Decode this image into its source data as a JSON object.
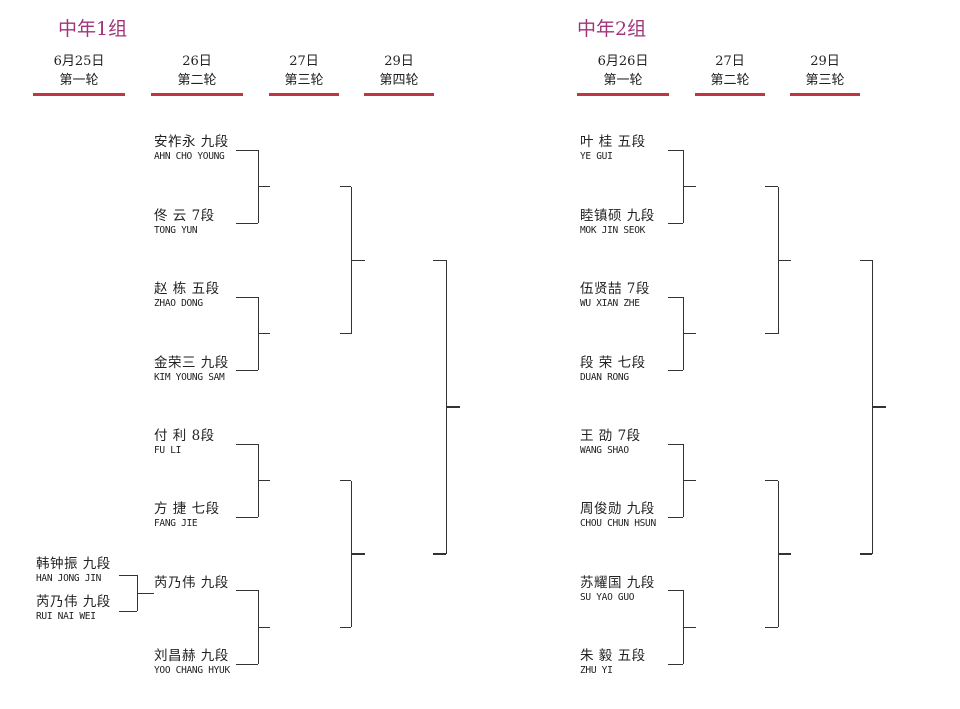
{
  "groups": [
    {
      "title": "中年1组",
      "rounds": [
        {
          "date": "6月25日",
          "label": "第一轮"
        },
        {
          "date": "26日",
          "label": "第二轮"
        },
        {
          "date": "27日",
          "label": "第三轮"
        },
        {
          "date": "29日",
          "label": "第四轮"
        }
      ],
      "first_round": [
        {
          "cn": "韩钟振 九段",
          "en": "HAN JONG JIN"
        },
        {
          "cn": "芮乃伟 九段",
          "en": "RUI NAI WEI"
        }
      ],
      "players": [
        {
          "cn": "安祚永 九段",
          "en": "AHN CHO YOUNG"
        },
        {
          "cn": "佟 云 7段",
          "en": "TONG YUN"
        },
        {
          "cn": "赵 栋 五段",
          "en": "ZHAO DONG"
        },
        {
          "cn": "金荣三 九段",
          "en": "KIM YOUNG SAM"
        },
        {
          "cn": "付 利 8段",
          "en": "FU LI"
        },
        {
          "cn": "方 捷 七段",
          "en": "FANG JIE"
        },
        {
          "cn": "芮乃伟 九段",
          "en": ""
        },
        {
          "cn": "刘昌赫 九段",
          "en": "YOO CHANG HYUK"
        }
      ]
    },
    {
      "title": "中年2组",
      "rounds": [
        {
          "date": "6月26日",
          "label": "第一轮"
        },
        {
          "date": "27日",
          "label": "第二轮"
        },
        {
          "date": "29日",
          "label": "第三轮"
        }
      ],
      "players": [
        {
          "cn": "叶 桂 五段",
          "en": "YE GUI"
        },
        {
          "cn": "睦镇硕 九段",
          "en": "MOK JIN SEOK"
        },
        {
          "cn": "伍贤喆 7段",
          "en": "WU XIAN ZHE"
        },
        {
          "cn": "段 荣 七段",
          "en": "DUAN RONG"
        },
        {
          "cn": "王 劭 7段",
          "en": "WANG SHAO"
        },
        {
          "cn": "周俊勋 九段",
          "en": "CHOU CHUN HSUN"
        },
        {
          "cn": "苏耀国 九段",
          "en": "SU YAO GUO"
        },
        {
          "cn": "朱 毅 五段",
          "en": "ZHU YI"
        }
      ]
    }
  ]
}
